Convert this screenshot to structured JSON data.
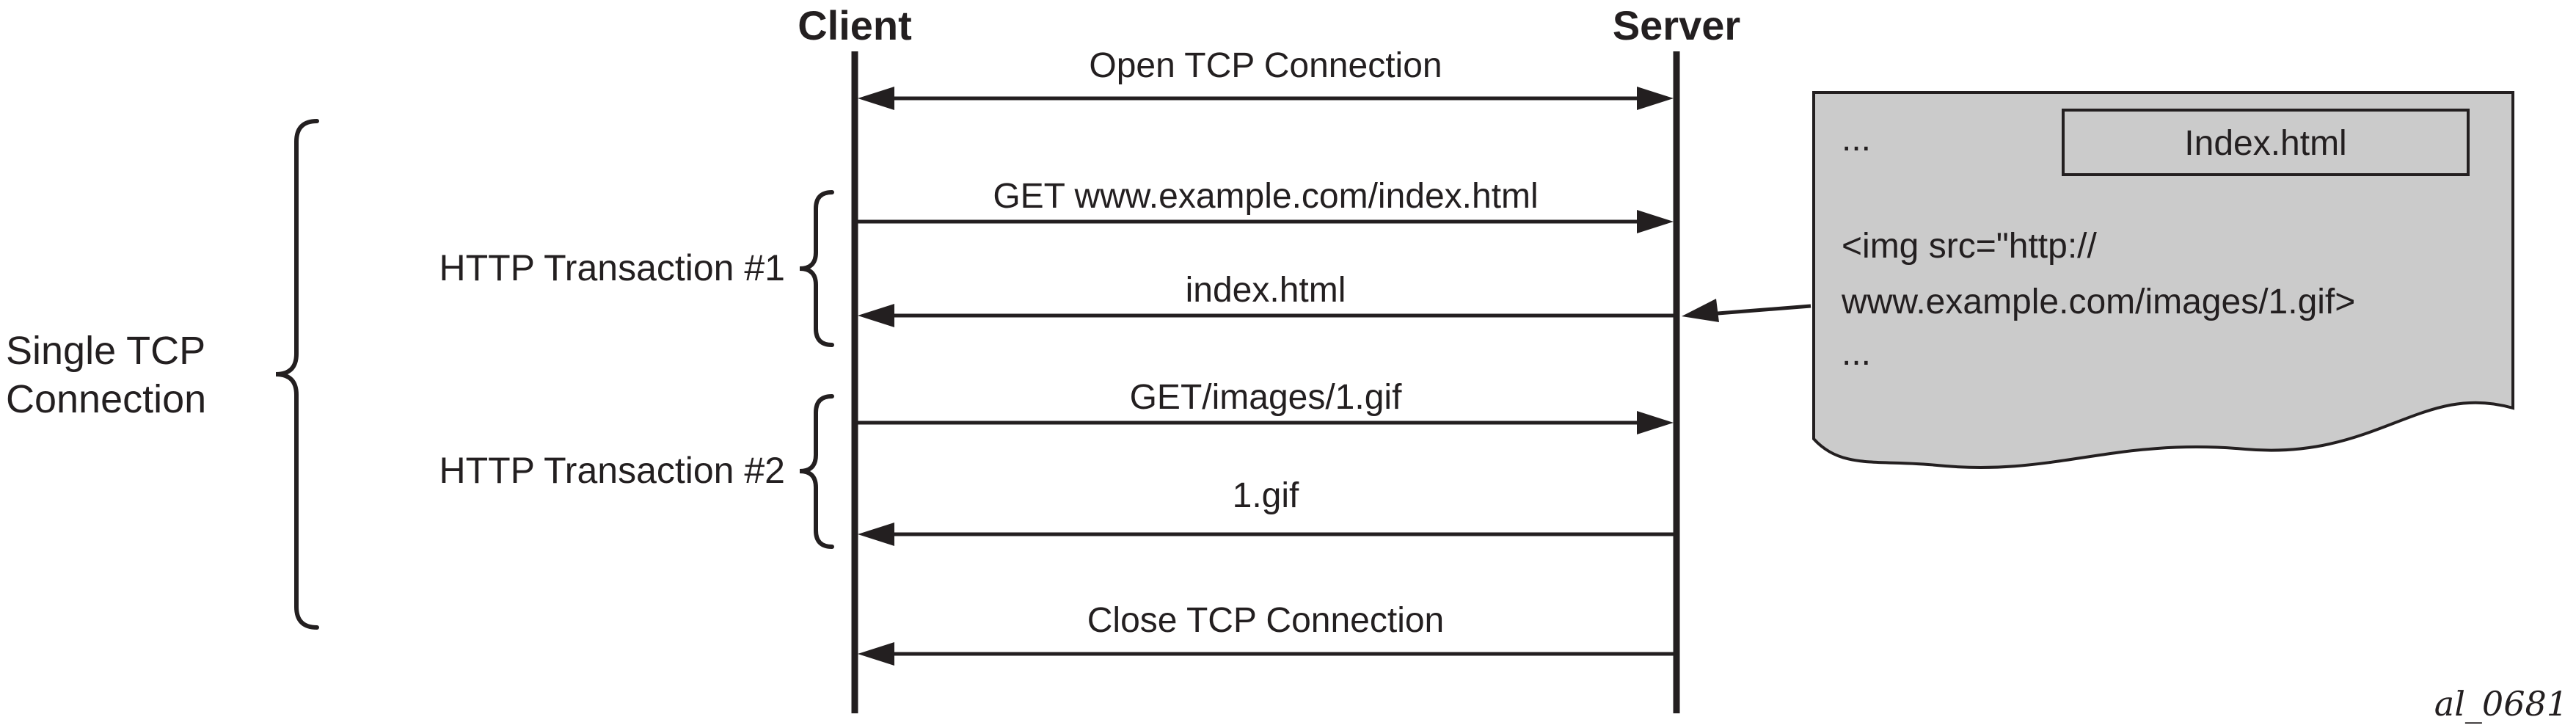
{
  "colors": {
    "ink": "#231f20",
    "docfill": "#cbcbcb"
  },
  "lifelines": {
    "client": "Client",
    "server": "Server"
  },
  "messages": [
    {
      "label": "Open TCP Connection",
      "direction": "both"
    },
    {
      "label": "GET www.example.com/index.html",
      "direction": "right"
    },
    {
      "label": "index.html",
      "direction": "left"
    },
    {
      "label": "GET/images/1.gif",
      "direction": "right"
    },
    {
      "label": "1.gif",
      "direction": "left"
    },
    {
      "label": "Close TCP Connection",
      "direction": "left"
    }
  ],
  "groups": {
    "single_tcp": "Single TCP Connection",
    "transaction1": "HTTP Transaction #1",
    "transaction2": "HTTP Transaction #2"
  },
  "document": {
    "tab": "Index.html",
    "lines": [
      "...",
      "<img src=\"http://",
      "www.example.com/images/1.gif>",
      "..."
    ]
  },
  "figure_id": "al_0681"
}
